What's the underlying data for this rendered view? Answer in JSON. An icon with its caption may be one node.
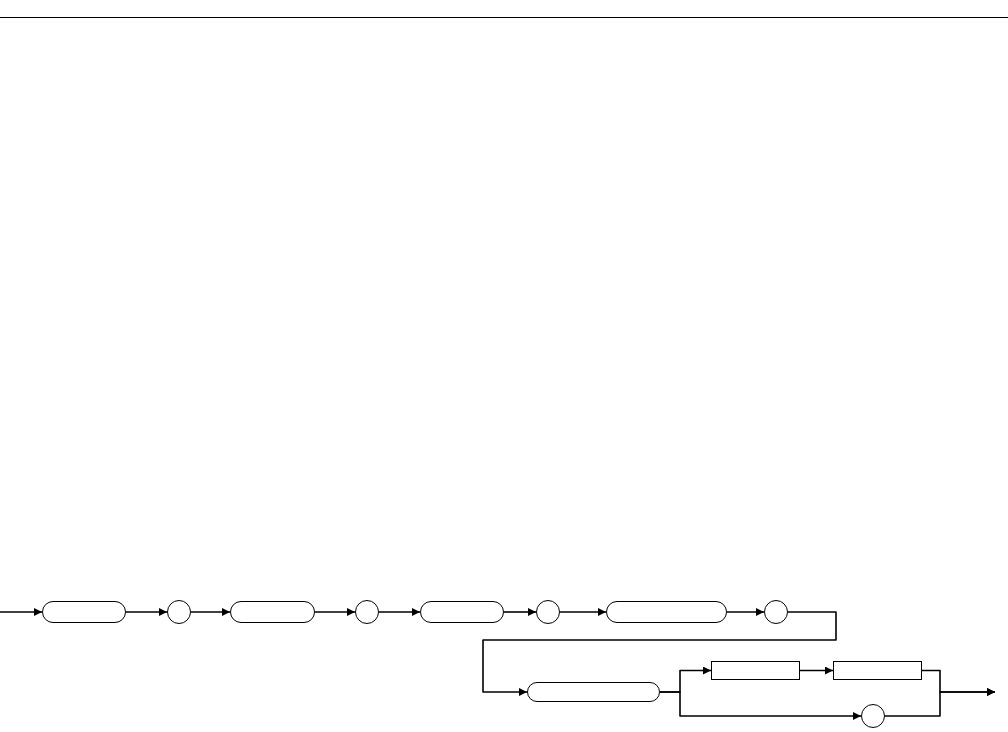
{
  "diagram": {
    "nodes": [
      {
        "text": [],
        "shape": "pill"
      },
      {
        "text": [],
        "shape": "circle"
      },
      {
        "text": [],
        "shape": "pill"
      },
      {
        "text": [],
        "shape": "circle"
      },
      {
        "text": [],
        "shape": "pill"
      },
      {
        "text": [],
        "shape": "circle"
      },
      {
        "text": [],
        "shape": "pill"
      },
      {
        "text": [],
        "shape": "circle"
      },
      {
        "text": [],
        "shape": "pill"
      },
      {
        "text": [],
        "shape": "box"
      },
      {
        "text": [],
        "shape": "box"
      },
      {
        "text": [],
        "shape": "circle"
      }
    ],
    "edges": [
      {
        "from": null,
        "to": 0,
        "arrow": "to"
      },
      {
        "from": 0,
        "to": 1,
        "arrow": "to"
      },
      {
        "from": 1,
        "to": 2,
        "arrow": "to"
      },
      {
        "from": 2,
        "to": 3,
        "arrow": "to"
      },
      {
        "from": 3,
        "to": 4,
        "arrow": "to"
      },
      {
        "from": 4,
        "to": 5,
        "arrow": "to"
      },
      {
        "from": 5,
        "to": 6,
        "arrow": "to"
      },
      {
        "from": 6,
        "to": 7,
        "arrow": "to"
      },
      {
        "from": 7,
        "to": 8,
        "arrow": "to"
      },
      {
        "from": 8,
        "to": 9,
        "arrow": "to"
      },
      {
        "from": 9,
        "to": 10,
        "arrow": "to"
      },
      {
        "from": 8,
        "to": 11,
        "arrow": "to"
      },
      {
        "from": 10,
        "to": null,
        "arrow": "to"
      },
      {
        "from": 11,
        "to": null,
        "arrow": "to"
      }
    ]
  }
}
